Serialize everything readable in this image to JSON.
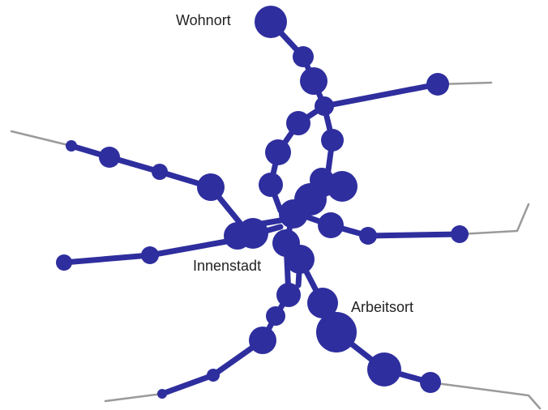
{
  "colors": {
    "network": "#2e2e9e",
    "outer_line": "#9a9a9a",
    "label_text": "#222222",
    "background": "#ffffff"
  },
  "labels": {
    "home": "Wohnort",
    "center": "Innenstadt",
    "work": "Arbeitsort"
  }
}
